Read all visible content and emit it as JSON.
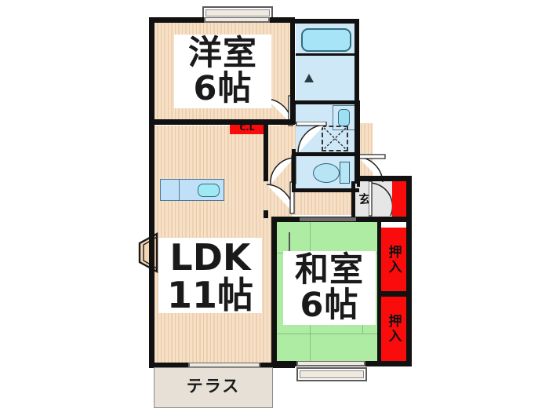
{
  "plan": {
    "type": "japanese-floor-plan",
    "layout_code": "2LDK",
    "background_color": "#ffffff",
    "outline_color": "#111111"
  },
  "rooms": [
    {
      "id": "yoshitsu",
      "name": "洋室",
      "size": "6帖",
      "floor": "wood",
      "floor_color": "#f4dcc0",
      "label_line1": "洋室",
      "label_line2": "6帖"
    },
    {
      "id": "ldk",
      "name": "LDK",
      "size": "11帖",
      "floor": "wood",
      "floor_color": "#f4dcc0",
      "label_line1": "LDK",
      "label_line2": "11帖"
    },
    {
      "id": "washitsu",
      "name": "和室",
      "size": "6帖",
      "floor": "tatami",
      "floor_color": "#aeeca4",
      "label_line1": "和室",
      "label_line2": "6帖"
    },
    {
      "id": "terrace",
      "name": "テラス",
      "size": "",
      "floor": "terrace",
      "floor_color": "#e6e0d6",
      "label_line1": "テラス",
      "label_line2": ""
    }
  ],
  "storage": [
    {
      "id": "closet-cl",
      "label": "C.L",
      "color": "#fb0c0c",
      "text_color": "#111111"
    },
    {
      "id": "oshiire-upper",
      "label": "押入",
      "color": "#fb0c0c",
      "text_color": "#111111"
    },
    {
      "id": "oshiire-lower",
      "label": "押入",
      "color": "#fb0c0c",
      "text_color": "#111111"
    },
    {
      "id": "shoe-closet",
      "label": "",
      "color": "#fb0c0c",
      "text_color": "#111111"
    }
  ],
  "entrance": {
    "label": "玄",
    "floor_color": "#e6e6e6"
  },
  "wet_areas": {
    "bath_color": "#cfe8f7",
    "fixtures": [
      {
        "id": "bathtub",
        "name": "浴槽",
        "color": "#a8e4f7"
      },
      {
        "id": "washbasin",
        "name": "洗面台",
        "color": "#9fdff2"
      },
      {
        "id": "washing-machine-space",
        "name": "洗濯機置場",
        "color": "transparent"
      },
      {
        "id": "toilet",
        "name": "トイレ",
        "color": "#b7e5f6"
      }
    ]
  },
  "kitchen": {
    "counter_color": "#bfe0f6",
    "sink_color": "#9fe9f4"
  },
  "colors": {
    "wood": "#f4dcc0",
    "tatami": "#aeeca4",
    "water": "#cfe8f7",
    "red": "#fb0c0c",
    "wall": "#111111",
    "terrace": "#e6e0d6",
    "entrance": "#e6e6e6"
  }
}
